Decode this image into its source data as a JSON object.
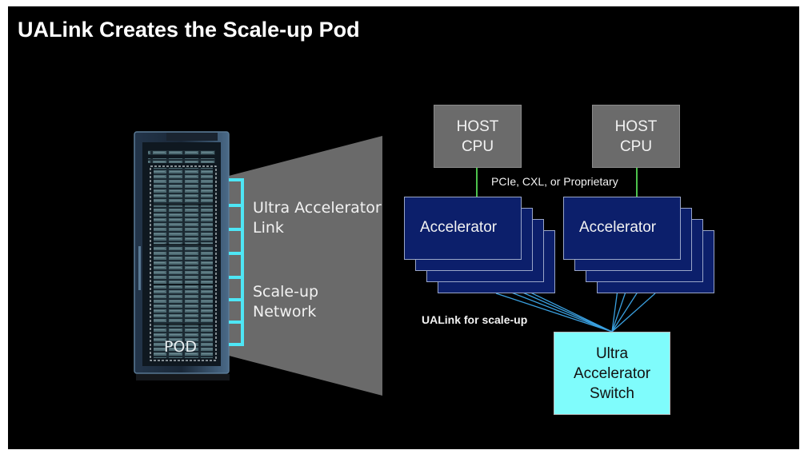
{
  "slide": {
    "title": "UALink Creates the Scale-up Pod",
    "rack": {
      "label": "POD"
    },
    "zoom_panel": {
      "label_1_line1": "Ultra Accelerator",
      "label_1_line2": "Link",
      "label_2_line1": "Scale-up",
      "label_2_line2": "Network",
      "bracket_color": "#4ee6f5"
    },
    "hosts": [
      {
        "line1": "HOST",
        "line2": "CPU"
      },
      {
        "line1": "HOST",
        "line2": "CPU"
      }
    ],
    "host_link_label": "PCIe, CXL, or Proprietary",
    "accelerators": [
      {
        "label": "Accelerator",
        "stack_count": 4
      },
      {
        "label": "Accelerator",
        "stack_count": 4
      }
    ],
    "ualink_label": "UALink for scale-up",
    "switch": {
      "line1": "Ultra",
      "line2": "Accelerator",
      "line3": "Switch"
    },
    "colors": {
      "background": "#000000",
      "host_fill": "#6b6b6b",
      "accelerator_fill": "#0c1f6b",
      "switch_fill": "#7ffcfc",
      "host_link": "#4cc24c",
      "ualink_lines": "#3aa0e0",
      "zoom_panel": "#6a6a6a"
    }
  }
}
